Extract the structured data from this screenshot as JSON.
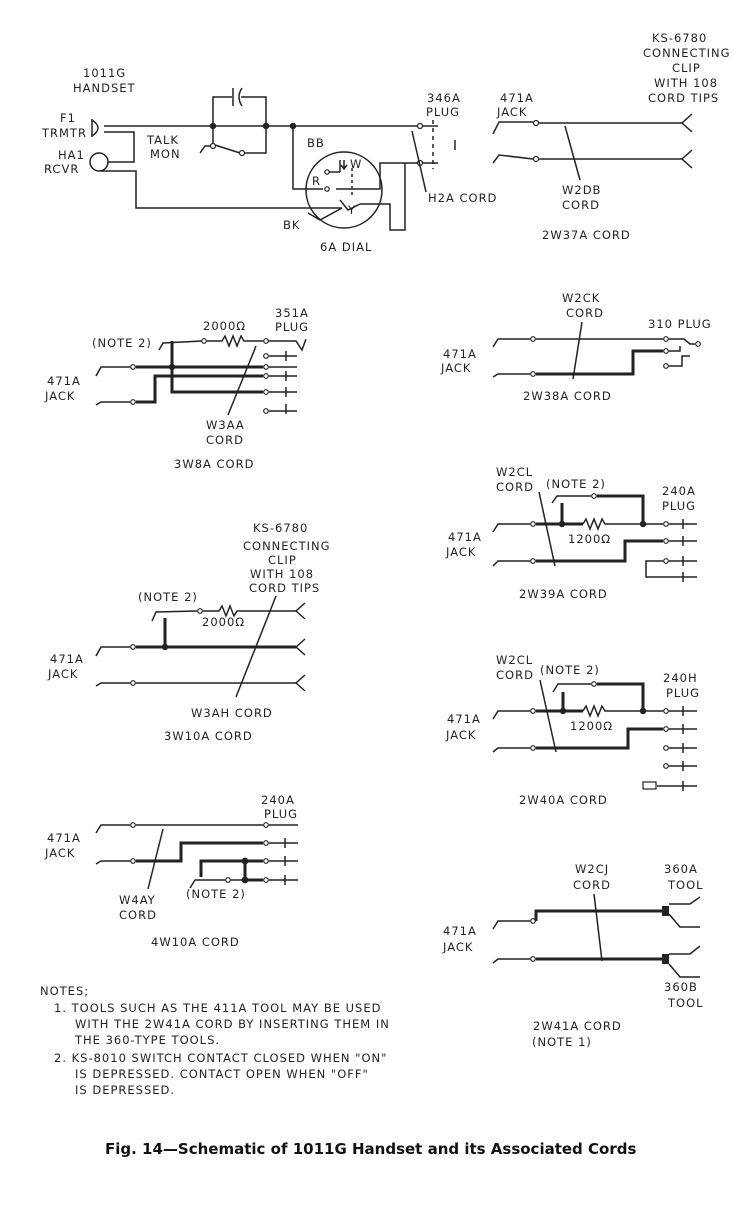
{
  "top": {
    "handset_label": [
      "1011G",
      "HANDSET"
    ],
    "transmitter_label": [
      "F1",
      "TRMTR"
    ],
    "receiver_label": [
      "HA1",
      "RCVR"
    ],
    "talk_mon_label": [
      "TALK",
      "MON"
    ],
    "bb_label": "BB",
    "r_label": "R",
    "bk_label": "BK",
    "w_label": "W",
    "y_label": "Y",
    "dial_label": "6A DIAL",
    "plug_346a": [
      "346A",
      "PLUG"
    ],
    "jack_471a": [
      "471A",
      "JACK"
    ],
    "clip_label": [
      "KS-6780",
      "CONNECTING",
      "CLIP",
      "WITH 108",
      "CORD TIPS"
    ],
    "h2a_cord": "H2A CORD",
    "w2db_cord": [
      "W2DB",
      "CORD"
    ],
    "cord_name": "2W37A CORD"
  },
  "c3w8a": {
    "note": "(NOTE 2)",
    "resistor": "2000Ω",
    "plug": [
      "351A",
      "PLUG"
    ],
    "jack": [
      "471A",
      "JACK"
    ],
    "wire_cord": [
      "W3AA",
      "CORD"
    ],
    "cord_name": "3W8A CORD"
  },
  "c2w38a": {
    "wire_cord": [
      "W2CK",
      "CORD"
    ],
    "plug": "310 PLUG",
    "jack": [
      "471A",
      "JACK"
    ],
    "cord_name": "2W38A CORD"
  },
  "c2w39a": {
    "wire_cord": [
      "W2CL",
      "CORD"
    ],
    "note": "(NOTE 2)",
    "plug": [
      "240A",
      "PLUG"
    ],
    "resistor": "1200Ω",
    "jack": [
      "471A",
      "JACK"
    ],
    "cord_name": "2W39A CORD"
  },
  "c3w10a": {
    "clip_label": [
      "KS-6780",
      "CONNECTING",
      "CLIP",
      "WITH 108",
      "CORD TIPS"
    ],
    "note": "(NOTE 2)",
    "resistor": "2000Ω",
    "jack": [
      "471A",
      "JACK"
    ],
    "wire_cord": "W3AH CORD",
    "cord_name": "3W10A CORD"
  },
  "c2w40a": {
    "wire_cord": [
      "W2CL",
      "CORD"
    ],
    "note": "(NOTE 2)",
    "plug": [
      "240H",
      "PLUG"
    ],
    "resistor": "1200Ω",
    "jack": [
      "471A",
      "JACK"
    ],
    "cord_name": "2W40A CORD"
  },
  "c4w10a": {
    "plug": [
      "240A",
      "PLUG"
    ],
    "jack": [
      "471A",
      "JACK"
    ],
    "wire_cord": [
      "W4AY",
      "CORD"
    ],
    "note": "(NOTE 2)",
    "cord_name": "4W10A CORD"
  },
  "c2w41a": {
    "wire_cord": [
      "W2CJ",
      "CORD"
    ],
    "tool_a": [
      "360A",
      "TOOL"
    ],
    "tool_b": [
      "360B",
      "TOOL"
    ],
    "jack": [
      "471A",
      "JACK"
    ],
    "cord_name": [
      "2W41A CORD",
      "(NOTE 1)"
    ]
  },
  "notes": {
    "heading": "NOTES;",
    "items": [
      [
        "1.  TOOLS SUCH AS THE 411A TOOL MAY BE USED",
        "WITH THE 2W41A CORD BY INSERTING THEM IN",
        "THE 360-TYPE TOOLS."
      ],
      [
        "2.  KS-8010 SWITCH CONTACT CLOSED WHEN \"ON\"",
        "IS DEPRESSED. CONTACT OPEN WHEN \"OFF\"",
        "IS DEPRESSED."
      ]
    ]
  },
  "caption": "Fig. 14—Schematic of 1011G Handset and its Associated Cords"
}
